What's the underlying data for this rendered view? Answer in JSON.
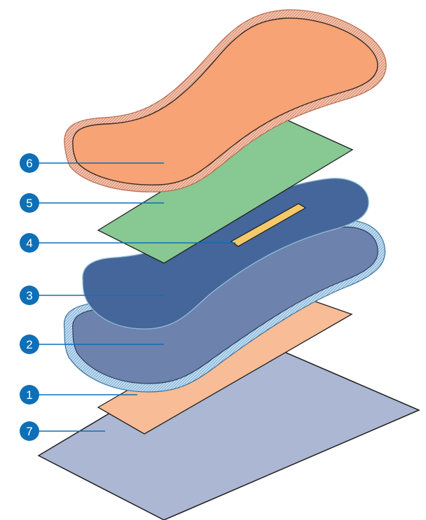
{
  "diagram": {
    "layers": [
      {
        "number": "6",
        "color": "#f7a375",
        "edge_color": "#e9c2b1"
      },
      {
        "number": "5",
        "color": "#88c892",
        "edge_color": "#1f1f1f"
      },
      {
        "number": "4",
        "color": "#f4c96a",
        "edge_color": "#1f1f1f"
      },
      {
        "number": "3",
        "color": "#45669a",
        "edge_color": "#2b3f5c"
      },
      {
        "number": "2",
        "color": "#6d82ad",
        "edge_color": "#a9cde6"
      },
      {
        "number": "1",
        "color": "#f8bc96",
        "edge_color": "#1f1f1f"
      },
      {
        "number": "7",
        "color": "#abb7d3",
        "edge_color": "#1f1f1f"
      }
    ],
    "callout_color": "#0e6fb7"
  }
}
